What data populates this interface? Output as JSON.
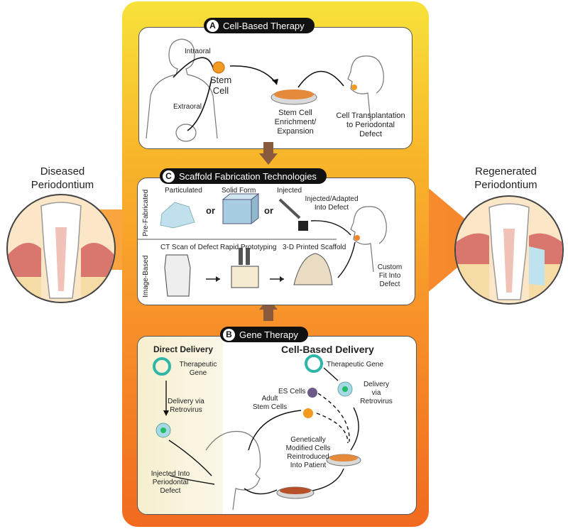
{
  "left": {
    "title_line1": "Diseased",
    "title_line2": "Periodontium"
  },
  "right": {
    "title_line1": "Regenerated",
    "title_line2": "Periodontium"
  },
  "panel_a": {
    "letter": "A",
    "title": "Cell-Based Therapy",
    "intraoral": "Intraoral",
    "extraoral": "Extraoral",
    "stem_cell_1": "Stem",
    "stem_cell_2": "Cell",
    "enrich_1": "Stem Cell",
    "enrich_2": "Enrichment/",
    "enrich_3": "Expansion",
    "transplant_1": "Cell Transplantation",
    "transplant_2": "to Periodontal",
    "transplant_3": "Defect"
  },
  "panel_c": {
    "letter": "C",
    "title": "Scaffold Fabrication Technologies",
    "prefab": "Pre-Fabricated",
    "image_based": "Image-Based",
    "particulated": "Particulated",
    "solid_form": "Solid Form",
    "injected": "Injected",
    "or1": "or",
    "or2": "or",
    "adapted_1": "Injected/Adapted",
    "adapted_2": "Into Defect",
    "ct_scan": "CT Scan of Defect",
    "rapid": "Rapid Prototyping",
    "printed": "3-D Printed Scaffold",
    "custom_1": "Custom",
    "custom_2": "Fit Into",
    "custom_3": "Defect"
  },
  "panel_b": {
    "letter": "B",
    "title": "Gene Therapy",
    "direct": "Direct Delivery",
    "cell_based": "Cell-Based Delivery",
    "gene_1": "Therapeutic",
    "gene_2": "Gene",
    "retro_1": "Delivery via",
    "retro_2": "Retrovirus",
    "injected_1": "Injected Into",
    "injected_2": "Periodontal",
    "injected_3": "Defect",
    "gene_r": "Therapeutic Gene",
    "deliv_r1": "Delivery",
    "deliv_r2": "via",
    "deliv_r3": "Retrovirus",
    "es_cells": "ES Cells",
    "adult_1": "Adult",
    "adult_2": "Stem Cells",
    "mod_1": "Genetically",
    "mod_2": "Modified Cells",
    "mod_3": "Reintroduced",
    "mod_4": "Into Patient"
  },
  "colors": {
    "frame_top": "#f7e23a",
    "frame_bottom": "#f16a1f",
    "arrow": "#f7932b",
    "gum": "#e07a72",
    "bone": "#f3d9a0"
  }
}
